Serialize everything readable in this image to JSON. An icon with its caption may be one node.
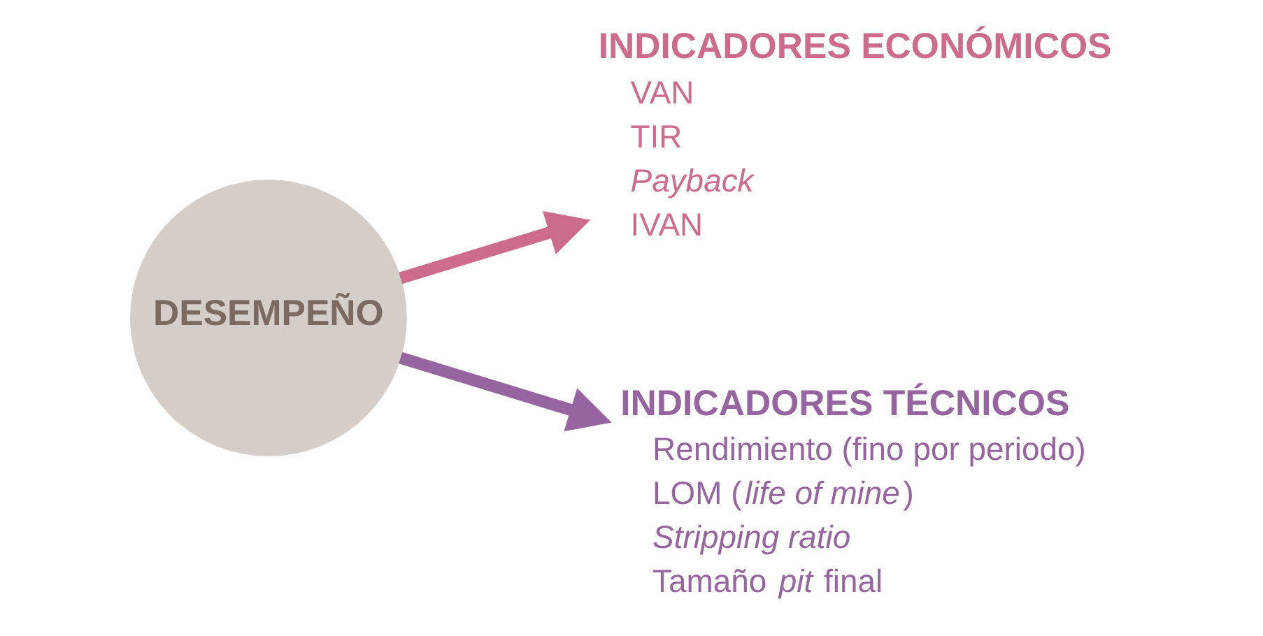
{
  "diagram": {
    "nodes": [
      {
        "text": [
          "DESEMPEÑO"
        ]
      },
      {
        "text": [
          "INDICADORES ECONÓMICOS",
          "VAN",
          "TIR",
          "*Payback*",
          "IVAN"
        ]
      },
      {
        "text": [
          "INDICADORES TÉCNICOS",
          "Rendimiento (fino por periodo)",
          "LOM (*life of mine*)",
          "*Stripping ratio*",
          "Tamaño *pit* final"
        ]
      }
    ],
    "edges": [
      {
        "from": 0,
        "to": 1,
        "arrow": "to",
        "color": "#cc6b8b"
      },
      {
        "from": 0,
        "to": 2,
        "arrow": "to",
        "color": "#9665a0"
      }
    ]
  }
}
